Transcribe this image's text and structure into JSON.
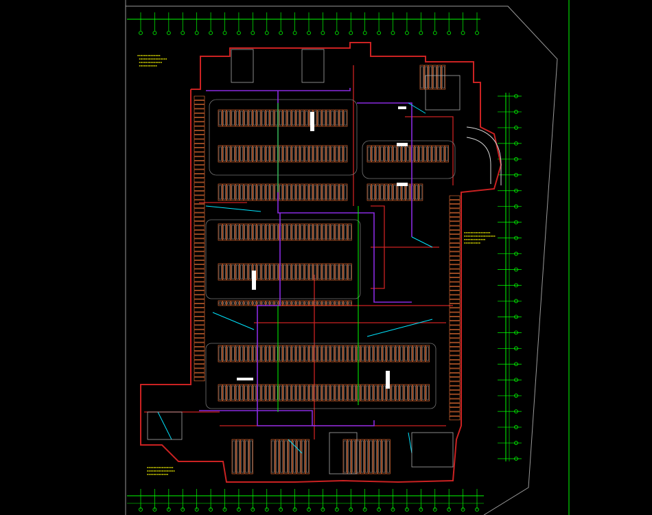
{
  "drawing": {
    "view": "basement parking floor plan (CAD drawing, no legible text)",
    "colors": {
      "background": "#000000",
      "axis_grid": "#00ff00",
      "walls": "#cc2222",
      "parking_stalls": "#d8d8d8",
      "stall_outline": "#ff7a3a",
      "sprinkler_pipe": "#8a2be2",
      "branch_pipe": "#00e5ff",
      "annotation": "#ffff00",
      "property_line": "#9a9a9a"
    },
    "top_axis_bubbles": 25,
    "bottom_axis_bubbles": 25,
    "right_axis_bubbles": 24,
    "stall_rows": 14,
    "visible_text": []
  }
}
